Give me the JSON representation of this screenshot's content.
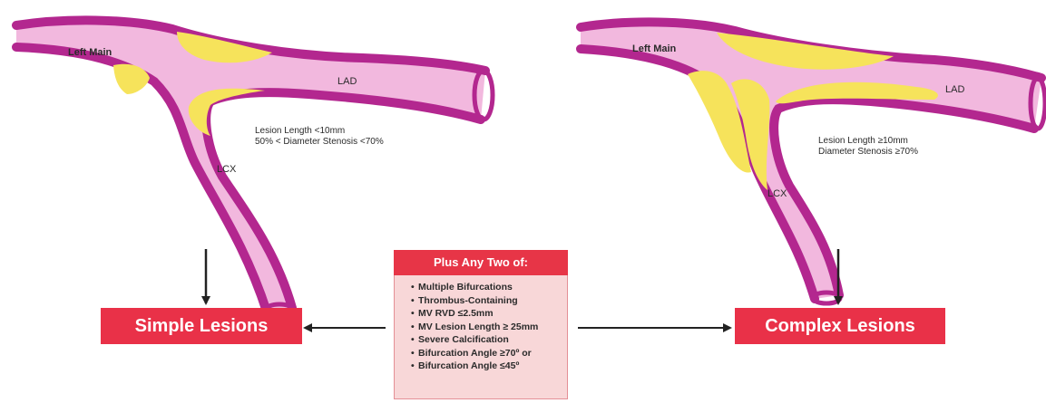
{
  "simple_panel": {
    "left_main": "Left Main",
    "lad": "LAD",
    "lcx": "LCX",
    "criteria": [
      "Lesion Length <10mm",
      "50% < Diameter Stenosis <70%"
    ]
  },
  "complex_panel": {
    "left_main": "Left Main",
    "lad": "LAD",
    "lcx": "LCX",
    "criteria": [
      "Lesion Length ≥10mm",
      "Diameter Stenosis ≥70%"
    ]
  },
  "outcomes": {
    "simple": "Simple Lesions",
    "complex": "Complex Lesions"
  },
  "criteria_box": {
    "header": "Plus Any Two of:",
    "items": [
      "Multiple Bifurcations",
      "Thrombus-Containing",
      "MV RVD ≤2.5mm",
      "MV Lesion Length ≥ 25mm",
      "Severe Calcification",
      "Bifurcation Angle ≥70º or",
      "Bifurcation Angle ≤45º"
    ]
  },
  "colors": {
    "vessel_wall": "#b3278f",
    "vessel_lumen": "#f2b8de",
    "plaque": "#f6e35b",
    "label_red": "#e93148",
    "box_fill": "#f8d7d8"
  }
}
